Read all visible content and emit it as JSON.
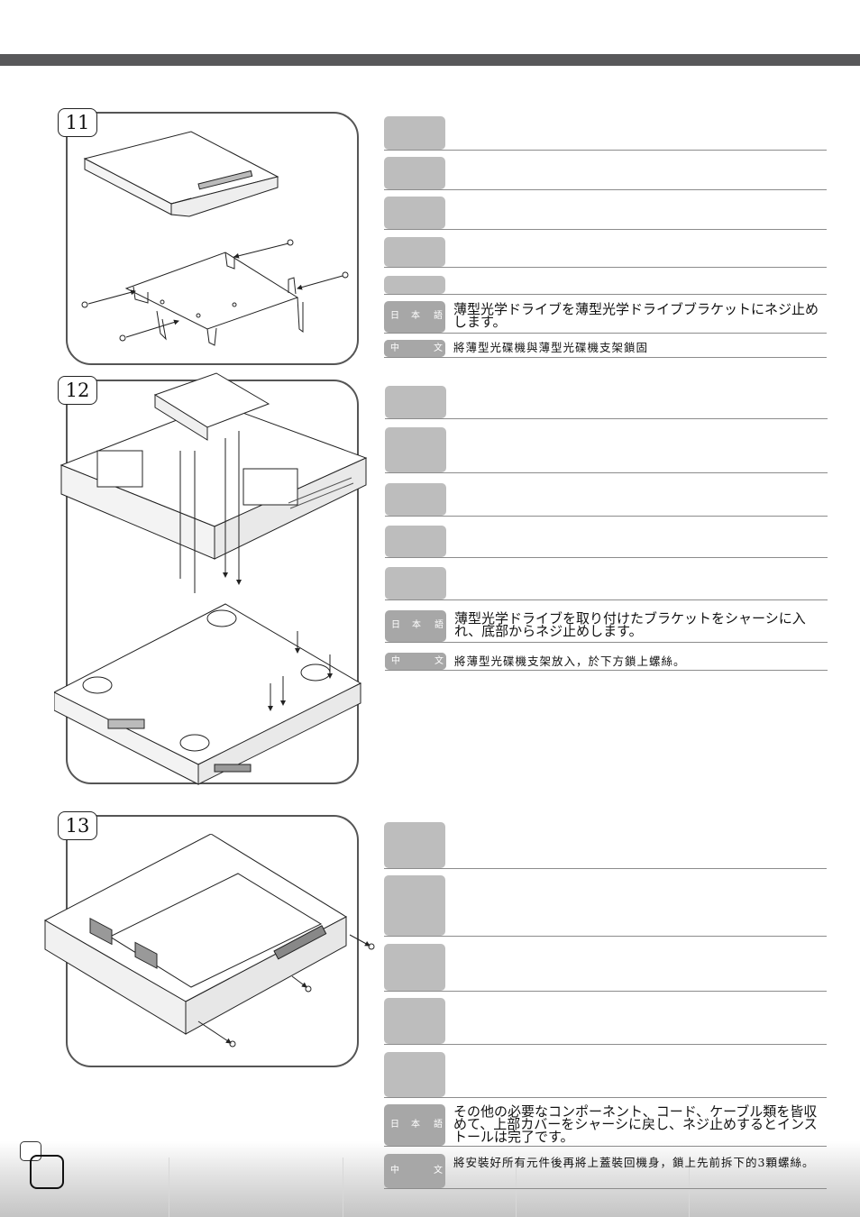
{
  "steps": [
    {
      "number": "11",
      "japanese_label": [
        "日",
        "本",
        "語"
      ],
      "japanese_text": "薄型光学ドライブを薄型光学ドライブブラケットにネジ止めします。",
      "chinese_label": [
        "中",
        "文"
      ],
      "chinese_text": "將薄型光碟機與薄型光碟機支架鎖固"
    },
    {
      "number": "12",
      "japanese_label": [
        "日",
        "本",
        "語"
      ],
      "japanese_text": "薄型光学ドライブを取り付けたブラケットをシャーシに入れ、底部からネジ止めします。",
      "chinese_label": [
        "中",
        "文"
      ],
      "chinese_text": "將薄型光碟機支架放入，於下方鎖上螺絲。"
    },
    {
      "number": "13",
      "japanese_label": [
        "日",
        "本",
        "語"
      ],
      "japanese_text": "その他の必要なコンポーネント、コード、ケーブル類を皆収めて、上部カバーをシャーシに戻し、ネジ止めするとインストールは完了です。",
      "chinese_label": [
        "中",
        "文"
      ],
      "chinese_text": "將安裝好所有元件後再將上蓋裝回機身，鎖上先前拆下的3顆螺絲。"
    }
  ]
}
